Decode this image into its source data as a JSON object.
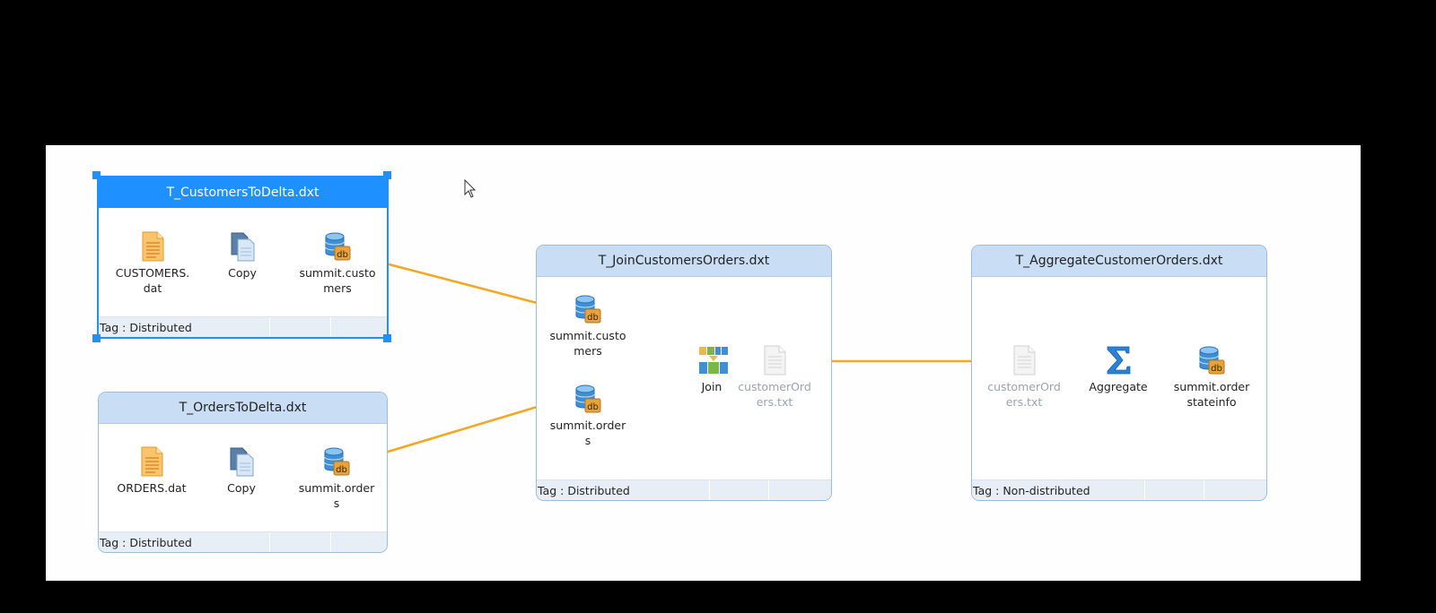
{
  "boxes": [
    {
      "title": "T_CustomersToDelta.dxt",
      "tag": "Tag : Distributed",
      "nodes": [
        "CUSTOMERS.\ndat",
        "Copy",
        "summit.custo\nmers"
      ]
    },
    {
      "title": "T_OrdersToDelta.dxt",
      "tag": "Tag : Distributed",
      "nodes": [
        "ORDERS.dat",
        "Copy",
        "summit.order\ns"
      ]
    },
    {
      "title": "T_JoinCustomersOrders.dxt",
      "tag": "Tag : Distributed",
      "nodes": [
        "summit.custo\nmers",
        "summit.order\ns",
        "Join",
        "customerOrd\ners.txt"
      ]
    },
    {
      "title": "T_AggregateCustomerOrders.dxt",
      "tag": "Tag : Non-distributed",
      "nodes": [
        "customerOrd\ners.txt",
        "Aggregate",
        "summit.order\nstateinfo"
      ]
    }
  ],
  "colors": {
    "arrow": "#f5a623",
    "selected": "#1e90ff",
    "header": "#c9def4"
  },
  "icons": [
    "file-icon",
    "copy-icon",
    "database-icon",
    "join-icon",
    "text-file-icon",
    "sigma-icon",
    "mouse-cursor-icon"
  ]
}
